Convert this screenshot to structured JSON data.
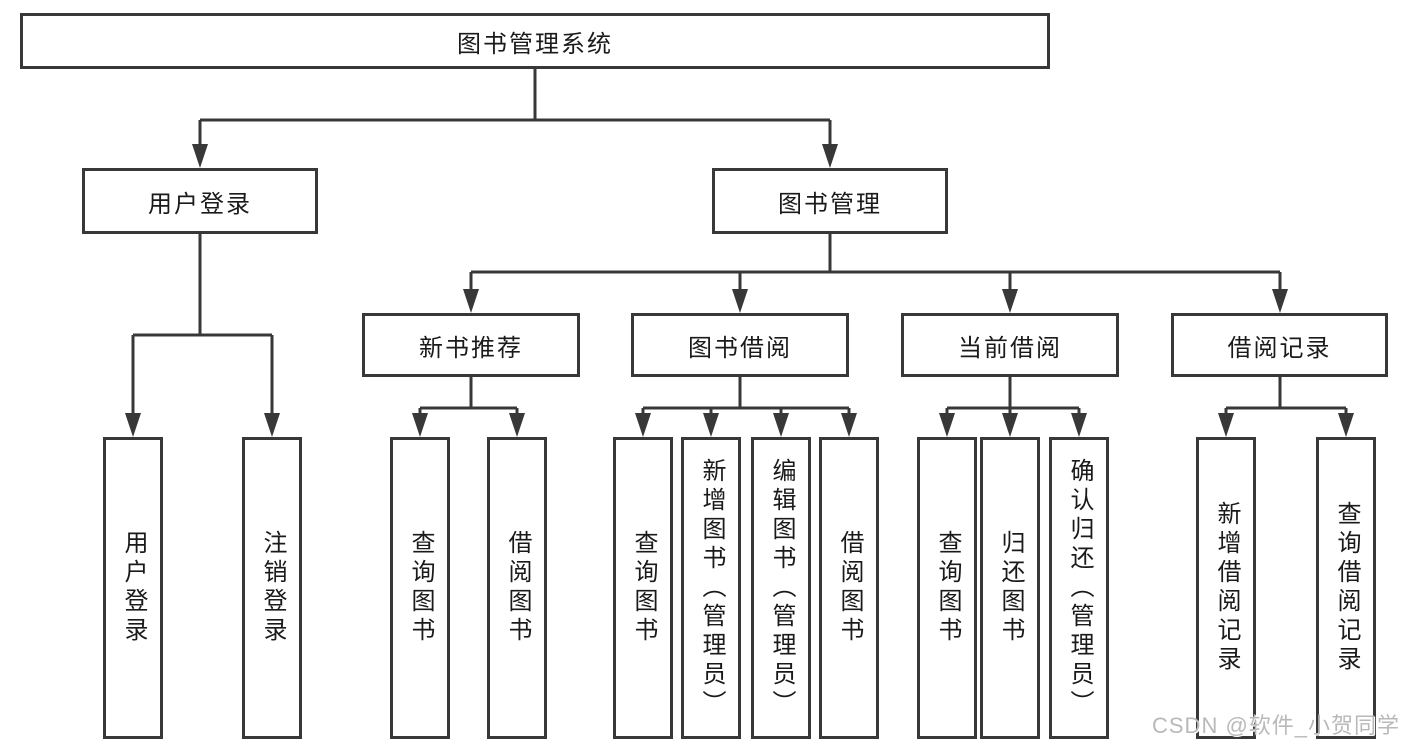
{
  "diagram": {
    "title": "图书管理系统",
    "nodes": {
      "root": "图书管理系统",
      "user_login": "用户登录",
      "book_management": "图书管理",
      "new_book_recommend": "新书推荐",
      "book_borrow": "图书借阅",
      "current_borrow": "当前借阅",
      "borrow_record": "借阅记录",
      "leaf_login": "用户登录",
      "leaf_logout": "注销登录",
      "leaf_rec_query_book": "查询图书",
      "leaf_rec_borrow_book": "借阅图书",
      "leaf_bb_query_book": "查询图书",
      "leaf_bb_add_book": "新增图书（管理员）",
      "leaf_bb_edit_book": "编辑图书（管理员）",
      "leaf_bb_borrow_book": "借阅图书",
      "leaf_cb_query_book": "查询图书",
      "leaf_cb_return_book": "归还图书",
      "leaf_cb_confirm_return": "确认归还（管理员）",
      "leaf_br_add_record": "新增借阅记录",
      "leaf_br_query_record": "查询借阅记录"
    }
  },
  "watermark": {
    "text": "CSDN @软件_小贺同学"
  },
  "colors": {
    "line": "#383838",
    "text": "#1a1a1a",
    "box_background": "#ffffff",
    "watermark": "#b9b9b9",
    "background": "#ffffff"
  }
}
